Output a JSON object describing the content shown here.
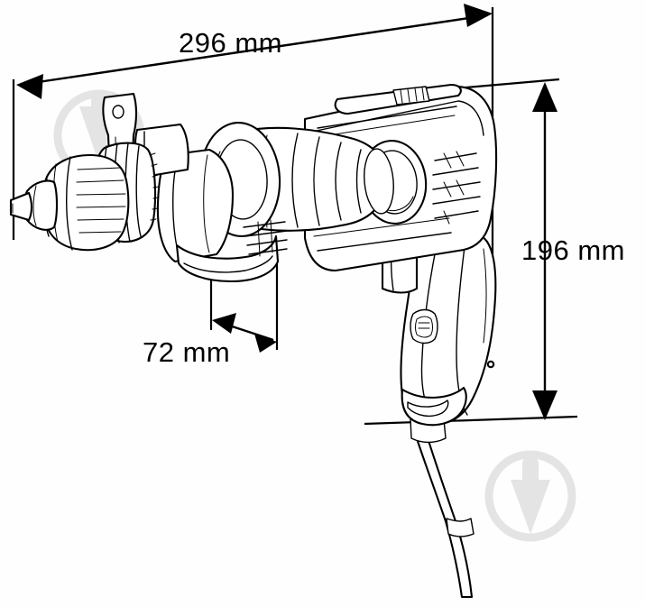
{
  "drawing": {
    "title": "Electric drill dimension drawing",
    "subject": "corded hammer drill with keyless chuck and auxiliary side handle",
    "view": "three-quarter perspective, left side",
    "units": "mm",
    "background_color": "#fefefe",
    "line_color": "#000000",
    "watermark_color": "#e2e2e2"
  },
  "dimensions": {
    "length": {
      "name": "overall-length",
      "value": 296,
      "unit": "mm",
      "label": "296 mm",
      "orientation": "horizontal",
      "arrow_start": "left",
      "arrow_end": "right"
    },
    "width": {
      "name": "chuck-to-body-width",
      "value": 72,
      "unit": "mm",
      "label": "72 mm",
      "orientation": "horizontal",
      "arrow_start": "left",
      "arrow_end": "right"
    },
    "height": {
      "name": "overall-height",
      "value": 196,
      "unit": "mm",
      "label": "196 mm",
      "orientation": "vertical",
      "arrow_start": "up",
      "arrow_end": "down"
    }
  },
  "parts": [
    {
      "name": "chuck",
      "label": "keyless chuck"
    },
    {
      "name": "drill-bit-tip",
      "label": "spindle tip"
    },
    {
      "name": "depth-stop-bracket",
      "label": "depth stop bracket"
    },
    {
      "name": "gear-collar",
      "label": "gear collar"
    },
    {
      "name": "side-handle",
      "label": "auxiliary side handle"
    },
    {
      "name": "motor-housing",
      "label": "motor housing"
    },
    {
      "name": "air-vents",
      "label": "air vents"
    },
    {
      "name": "mode-selector",
      "label": "mode selector switch"
    },
    {
      "name": "trigger",
      "label": "trigger switch"
    },
    {
      "name": "lock-button",
      "label": "lock-on button"
    },
    {
      "name": "speed-dial",
      "label": "speed control dial"
    },
    {
      "name": "handle-grip",
      "label": "pistol grip handle"
    },
    {
      "name": "power-cord",
      "label": "power cord"
    },
    {
      "name": "strain-relief",
      "label": "strain relief collar"
    }
  ]
}
